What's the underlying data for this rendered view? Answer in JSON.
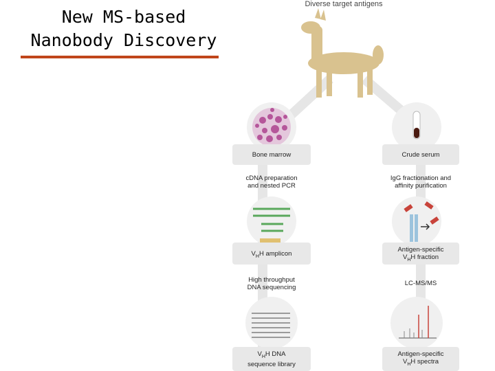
{
  "slide": {
    "title_line1": "New MS-based",
    "title_line2": "Nanobody Discovery"
  },
  "diagram": {
    "top_label": "Diverse target antigens",
    "left_column": {
      "node1": "Bone marrow",
      "step1_line1": "cDNA preparation",
      "step1_line2": "and nested PCR",
      "node2_prefix": "V",
      "node2_sub": "H",
      "node2_suffix": "H amplicon",
      "step2_line1": "High throughput",
      "step2_line2": "DNA sequencing",
      "node3_line1_prefix": "V",
      "node3_line1_sub": "H",
      "node3_line1_suffix": "H DNA",
      "node3_line2": "sequence library"
    },
    "right_column": {
      "node1": "Crude serum",
      "step1_line1": "IgG fractionation and",
      "step1_line2": "affinity purification",
      "node2_line1": "Antigen-specific",
      "node2_line2_prefix": "V",
      "node2_line2_sub": "H",
      "node2_line2_suffix": "H fraction",
      "step2": "LC-MS/MS",
      "node3_line1": "Antigen-specific",
      "node3_line2_prefix": "V",
      "node3_line2_sub": "H",
      "node3_line2_suffix": "H spectra"
    },
    "colors": {
      "llama": "#d9c28f",
      "connector": "#e6e6e6",
      "circle": "#f0f0f0",
      "box": "#e8e8e8",
      "cells": "#b5569a",
      "dna": "#5aa85c",
      "antigen": "#c8433a",
      "tube": "#9cc3dd"
    }
  }
}
